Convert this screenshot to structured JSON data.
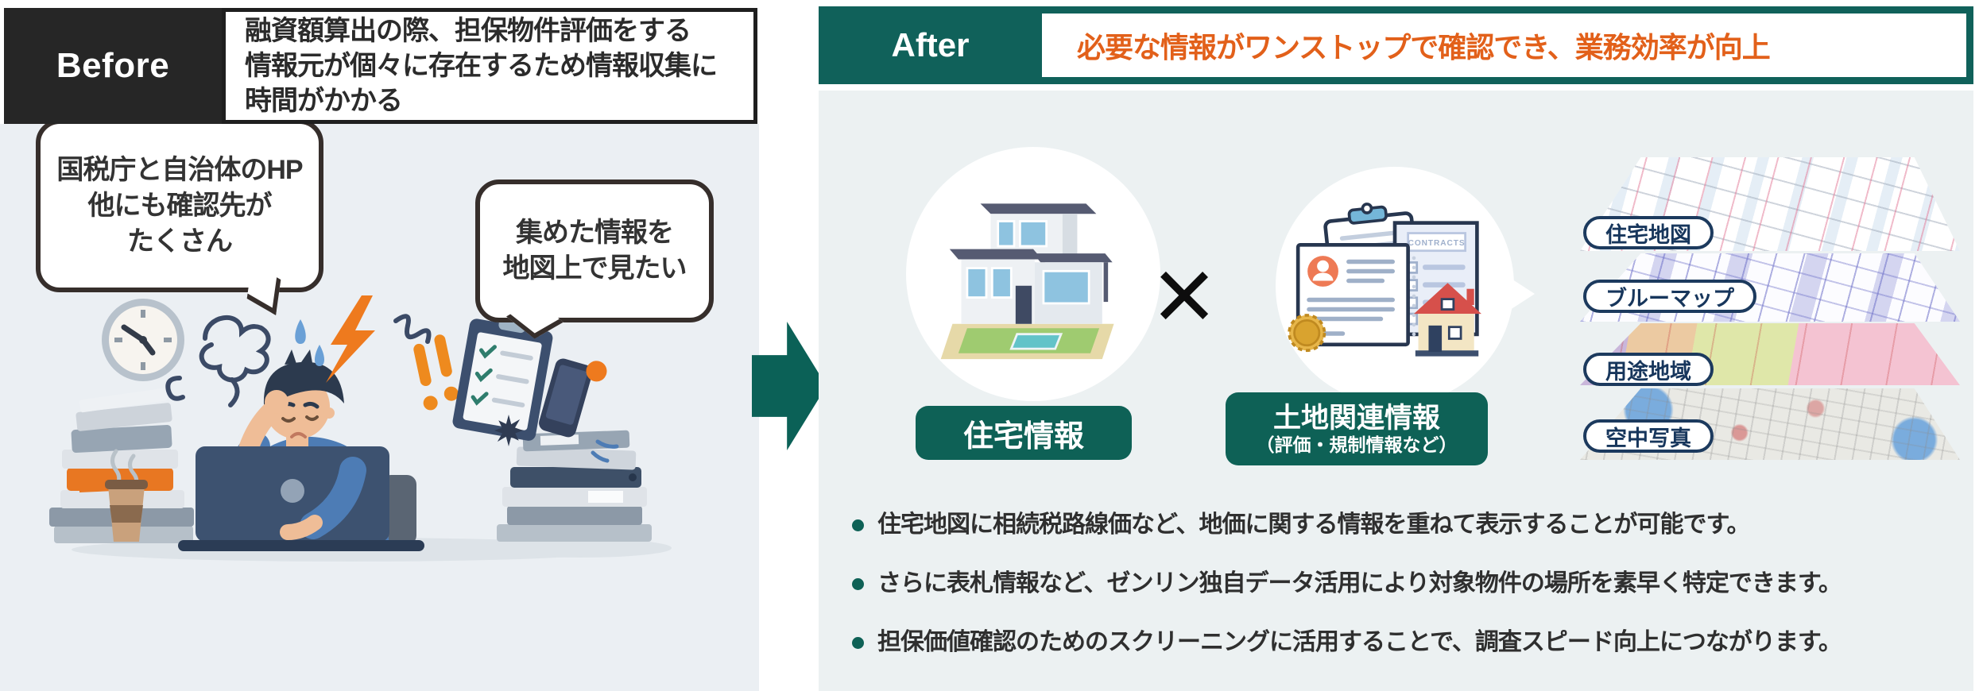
{
  "before": {
    "label": "Before",
    "headline": [
      "融資額算出の際、担保物件評価をする",
      "情報元が個々に存在するため情報収集に",
      "時間がかかる"
    ],
    "bubble_sources": [
      "国税庁と自治体のHP",
      "他にも確認先が",
      "たくさん"
    ],
    "bubble_map": [
      "集めた情報を",
      "地図上で見たい"
    ]
  },
  "after": {
    "label": "After",
    "headline": "必要な情報がワンストップで確認でき、業務効率が向上",
    "multiply": "×",
    "housing_label": "住宅情報",
    "land_label": {
      "line1": "土地関連情報",
      "line2": "（評価・規制情報など）"
    },
    "contracts_doc_title": "CONTRACTS",
    "map_layers": [
      "住宅地図",
      "ブルーマップ",
      "用途地域",
      "空中写真"
    ],
    "bullets": [
      "住宅地図に相続税路線価など、地価に関する情報を重ねて表示することが可能です。",
      "さらに表札情報など、ゼンリン独自データ活用により対象物件の場所を素早く特定できます。",
      "担保価値確認のためのスクリーニングに活用することで、調査スピード向上につながります。"
    ]
  },
  "colors": {
    "teal": "#0e6156",
    "orange": "#e2601a",
    "black": "#262626",
    "panel": "#ebeff3"
  }
}
